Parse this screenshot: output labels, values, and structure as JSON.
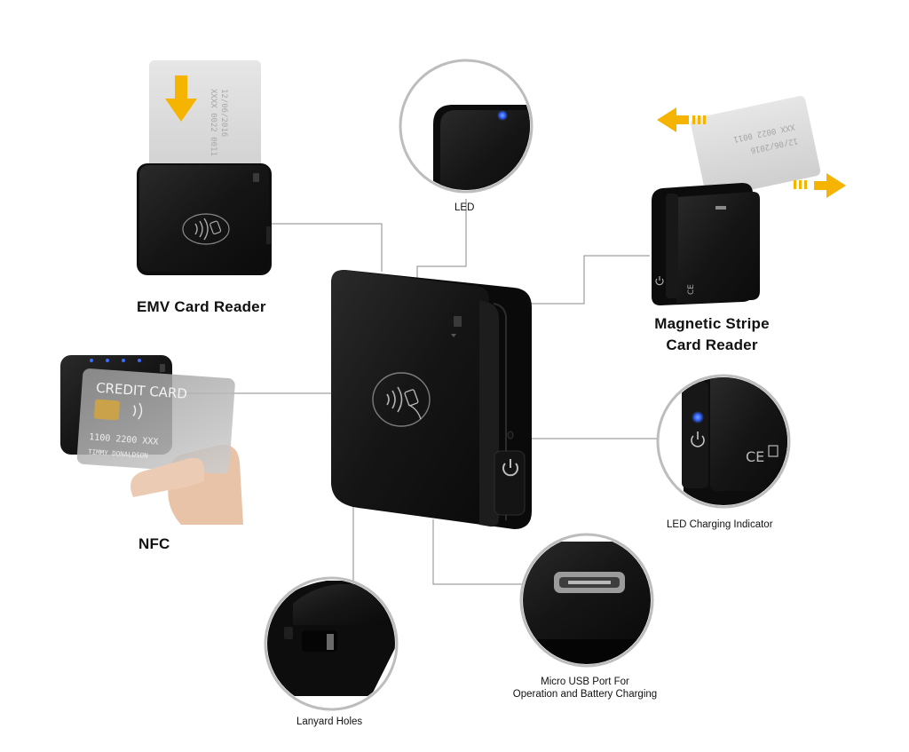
{
  "labels": {
    "emv": "EMV Card Reader",
    "nfc": "NFC",
    "led": "LED",
    "magstripe_line1": "Magnetic Stripe",
    "magstripe_line2": "Card Reader",
    "led_charging": "LED Charging Indicator",
    "usb_line1": "Micro USB Port For",
    "usb_line2": "Operation and Battery Charging",
    "lanyard": "Lanyard Holes"
  },
  "card_text": {
    "credit_card": "CREDIT CARD",
    "number": "1100  2200  XXX",
    "name": "TIMMY DONALDSON"
  },
  "device_markings": {
    "ce": "CE"
  },
  "colors": {
    "arrow": "#f5b400",
    "device": "#141414",
    "led_blue": "#2f62ff",
    "card": "#d9d9d9"
  },
  "icons": [
    "contactless-icon",
    "power-icon",
    "down-arrow-icon",
    "left-arrow-icon",
    "right-arrow-icon"
  ]
}
